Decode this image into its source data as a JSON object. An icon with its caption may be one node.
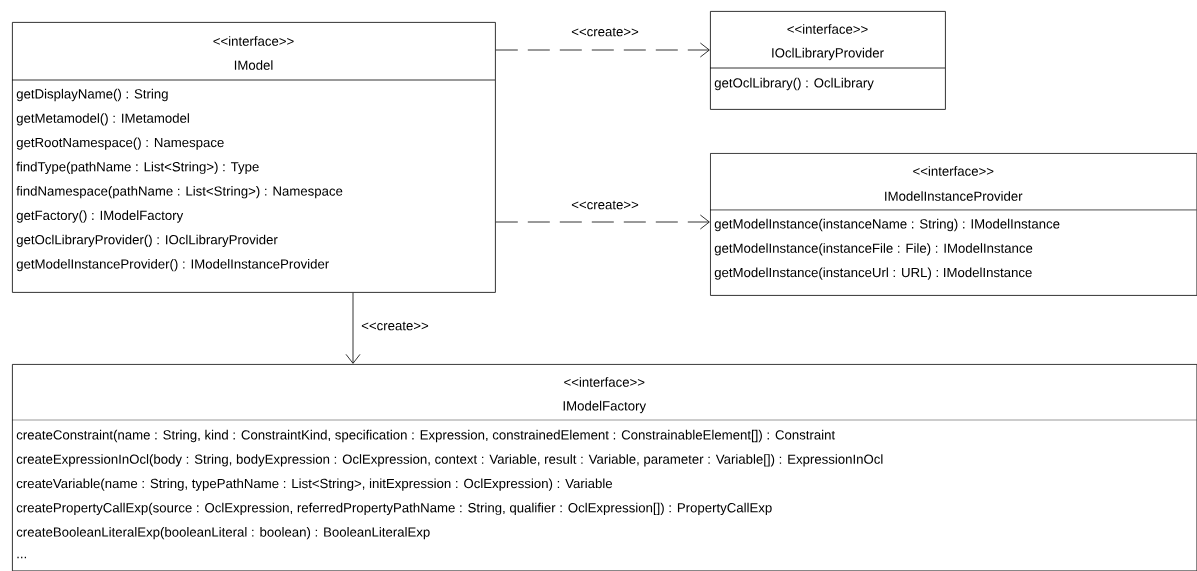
{
  "diagram": {
    "nodes": [
      {
        "text": [
          "<<interface>>",
          "IModel",
          "getDisplayName() : String",
          "getMetamodel() : IMetamodel",
          "getRootNamespace() : Namespace",
          "findType(pathName : List<String>) : Type",
          "findNamespace(pathName : List<String>) : Namespace",
          "getFactory() : IModelFactory",
          "getOclLibraryProvider() : IOclLibraryProvider",
          "getModelInstanceProvider() : IModelInstanceProvider"
        ]
      },
      {
        "text": [
          "<<interface>>",
          "IOclLibraryProvider",
          "getOclLibrary() : OclLibrary"
        ]
      },
      {
        "text": [
          "<<interface>>",
          "IModelInstanceProvider",
          "getModelInstance(instanceName : String) : IModelInstance",
          "getModelInstance(instanceFile : File) : IModelInstance",
          "getModelInstance(instanceUrl : URL) : IModelInstance"
        ]
      },
      {
        "text": [
          "<<interface>>",
          "IModelFactory",
          "createConstraint(name : String, kind : ConstraintKind, specification : Expression, constrainedElement : ConstrainableElement[]) : Constraint",
          "createExpressionInOcl(body : String, bodyExpression : OclExpression, context : Variable, result : Variable, parameter : Variable[]) : ExpressionInOcl",
          "createVariable(name : String, typePathName : List<String>, initExpression : OclExpression) : Variable",
          "createPropertyCallExp(source : OclExpression, referredPropertyPathName : String, qualifier : OclExpression[]) : PropertyCallExp",
          "createBooleanLiteralExp(booleanLiteral : boolean) : BooleanLiteralExp",
          "..."
        ]
      }
    ],
    "edges": [
      {
        "from": 0,
        "to": 1,
        "arrow": "to",
        "label": "<<create>>",
        "style": "dashed"
      },
      {
        "from": 0,
        "to": 2,
        "arrow": "to",
        "label": "<<create>>",
        "style": "dashed"
      },
      {
        "from": 0,
        "to": 3,
        "arrow": "to",
        "label": "<<create>>"
      }
    ]
  }
}
